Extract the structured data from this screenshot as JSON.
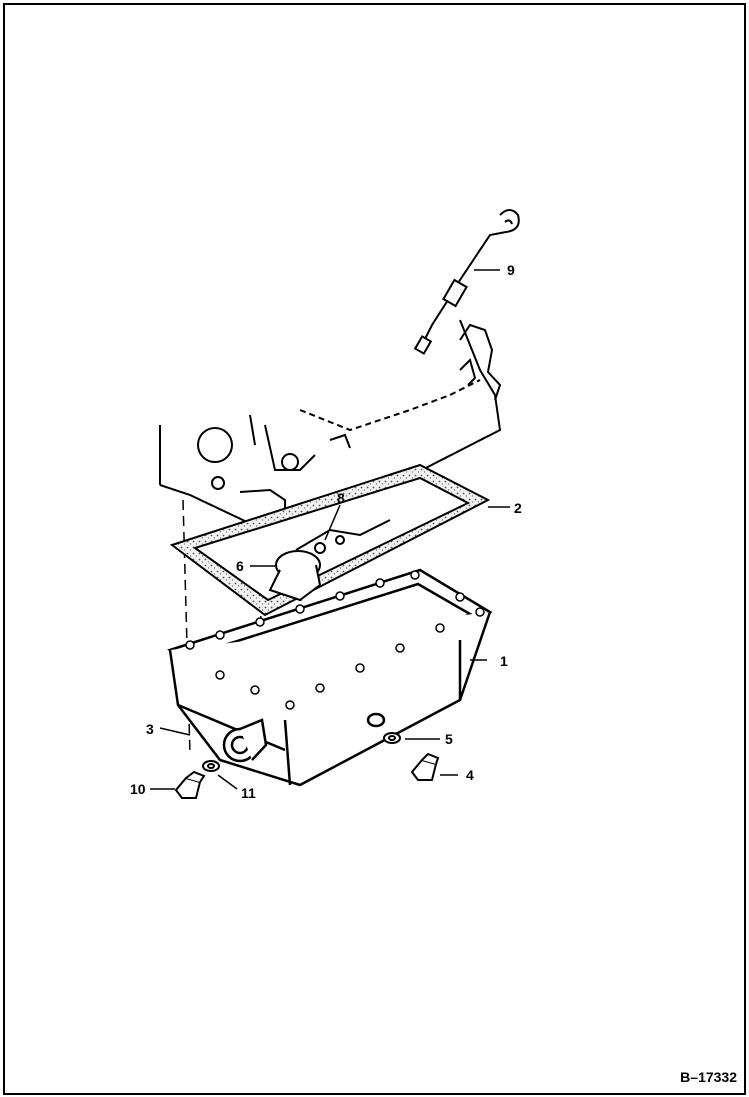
{
  "callouts": {
    "c1": "1",
    "c2": "2",
    "c3": "3",
    "c4": "4",
    "c5": "5",
    "c6": "6",
    "c8": "8",
    "c9": "9",
    "c10": "10",
    "c11": "11"
  },
  "figure_id": "B–17332",
  "colors": {
    "ink": "#000000",
    "paper": "#ffffff",
    "gasket_fill": "#d8d8d8"
  }
}
